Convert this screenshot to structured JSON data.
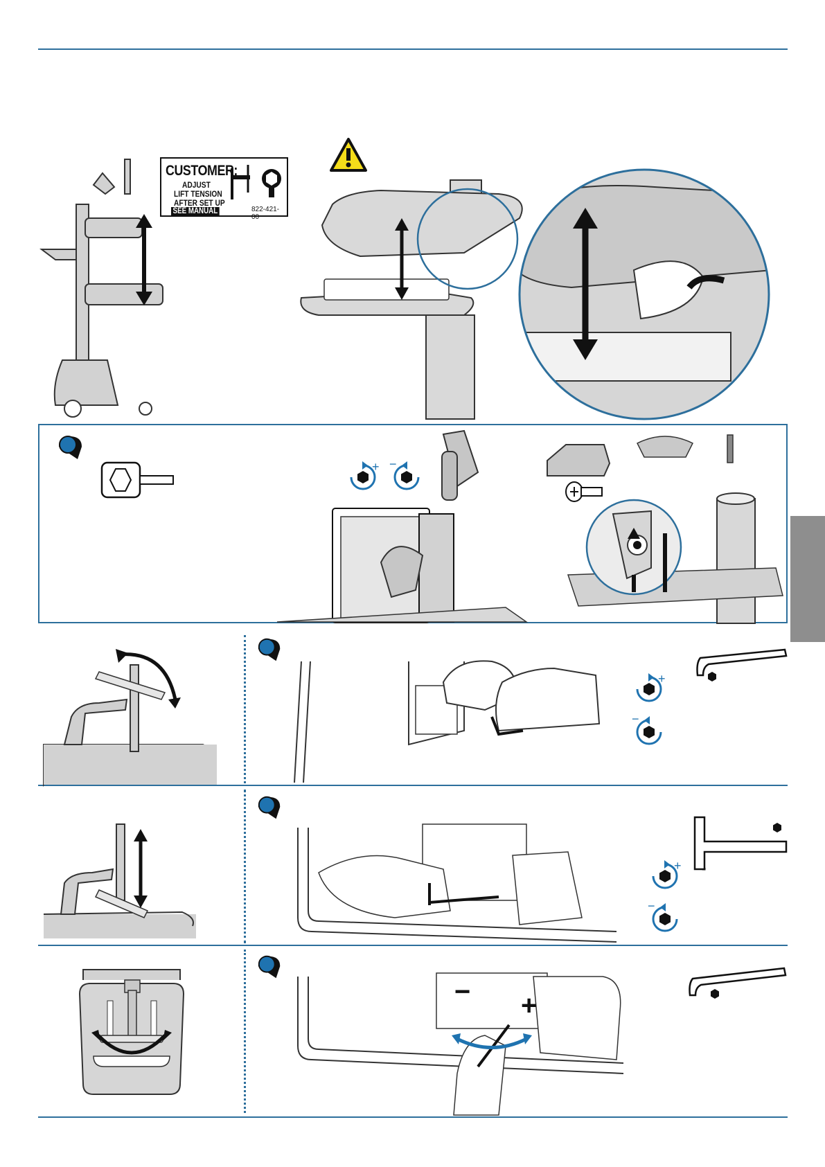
{
  "colors": {
    "accent": "#2d6f9c",
    "icon_blue": "#1f73b0",
    "outline": "#111111",
    "fill_gray": "#cfcfcf",
    "side_tab": "#8e8e8e"
  },
  "customer_label": {
    "title": "CUSTOMER:",
    "line1": "ADJUST",
    "line2": "LIFT TENSION",
    "line3": "AFTER SET UP",
    "see_manual": "SEE MANUAL",
    "part_number": "822-421-00"
  },
  "icons": {
    "warning": "warning-triangle-icon",
    "tool": "hex-socket-tool-icon",
    "rotate_cw": "rotate-clockwise-plus-icon",
    "rotate_ccw": "rotate-counterclockwise-minus-icon",
    "hex_key": "hex-key-icon",
    "t_handle": "t-handle-hex-key-icon"
  },
  "adjust_signs": {
    "minus": "−",
    "plus": "+"
  }
}
